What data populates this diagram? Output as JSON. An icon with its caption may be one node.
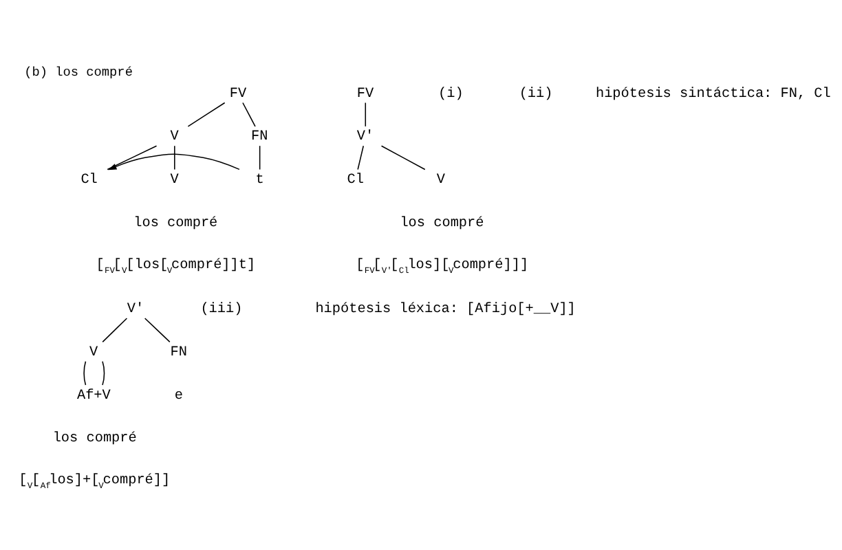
{
  "diagram": {
    "title": "(b) los compré",
    "nodes": [
      {
        "text": [
          "FV"
        ]
      },
      {
        "text": [
          "V"
        ]
      },
      {
        "text": [
          "FN"
        ]
      },
      {
        "text": [
          "Cl"
        ]
      },
      {
        "text": [
          "V"
        ]
      },
      {
        "text": [
          "t"
        ]
      },
      {
        "text": [
          "FV"
        ]
      },
      {
        "text": [
          "V'"
        ]
      },
      {
        "text": [
          "Cl"
        ]
      },
      {
        "text": [
          "V"
        ]
      },
      {
        "text": [
          "V'"
        ]
      },
      {
        "text": [
          "V"
        ]
      },
      {
        "text": [
          "FN"
        ]
      },
      {
        "text": [
          "Af+V"
        ]
      }
    ],
    "edges": [
      {
        "from": 0,
        "to": 1,
        "arrow": "none"
      },
      {
        "from": 0,
        "to": 2,
        "arrow": "none"
      },
      {
        "from": 1,
        "to": 3,
        "arrow": "none"
      },
      {
        "from": 1,
        "to": 4,
        "arrow": "none"
      },
      {
        "from": 2,
        "to": 5,
        "arrow": "none"
      },
      {
        "from": 5,
        "to": 3,
        "arrow": "to"
      },
      {
        "from": 6,
        "to": 7,
        "arrow": "none"
      },
      {
        "from": 7,
        "to": 8,
        "arrow": "none"
      },
      {
        "from": 7,
        "to": 9,
        "arrow": "none"
      },
      {
        "from": 10,
        "to": 11,
        "arrow": "none"
      },
      {
        "from": 10,
        "to": 12,
        "arrow": "none"
      },
      {
        "from": 11,
        "to": 13,
        "arrow": "none"
      },
      {
        "from": 11,
        "to": 13,
        "arrow": "none"
      }
    ],
    "labels": [
      "(i)",
      "los compré",
      "[$_{FV}$[$_{V}$[los[$_{V}$compré]]t]",
      "(ii)",
      "hipótesis sintáctica: FN, Cl",
      "los compré",
      "[$_{FV}$[$_{V'}$[$_{Cl}$los][$_{V}$compré]]]",
      "(iii)",
      "e",
      "hipótesis léxica: [Afijo[+__V]]",
      "los compré",
      "[$_{V}$[$_{Af}$los]+[$_{V}$compré]]"
    ]
  }
}
